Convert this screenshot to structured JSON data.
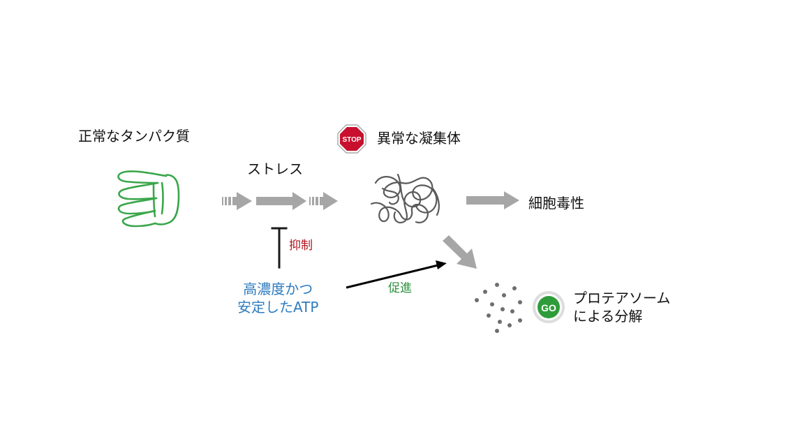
{
  "labels": {
    "normal_protein": "正常なタンパク質",
    "stress": "ストレス",
    "abnormal_aggregate": "異常な凝集体",
    "cytotoxicity": "細胞毒性",
    "proteasome_line1": "プロテアソーム",
    "proteasome_line2": "による分解",
    "inhibit": "抑制",
    "promote": "促進",
    "atp_line1": "高濃度かつ",
    "atp_line2": "安定したATP"
  },
  "badges": {
    "stop": "STOP",
    "go": "GO"
  },
  "colors": {
    "protein_green": "#3aa64a",
    "arrow_gray": "#a6a6a6",
    "aggregate_gray": "#5a5a5a",
    "stop_red": "#c8102e",
    "go_green": "#2e9c3b",
    "inhibit_red": "#b0141c",
    "promote_green": "#2f8f3e",
    "atp_blue": "#2e7bbf",
    "dot_gray": "#6e6e6e"
  },
  "icons": [
    "stop-sign-icon",
    "go-badge-icon",
    "folded-protein-icon",
    "tangled-aggregate-icon",
    "degraded-fragments-icon"
  ]
}
